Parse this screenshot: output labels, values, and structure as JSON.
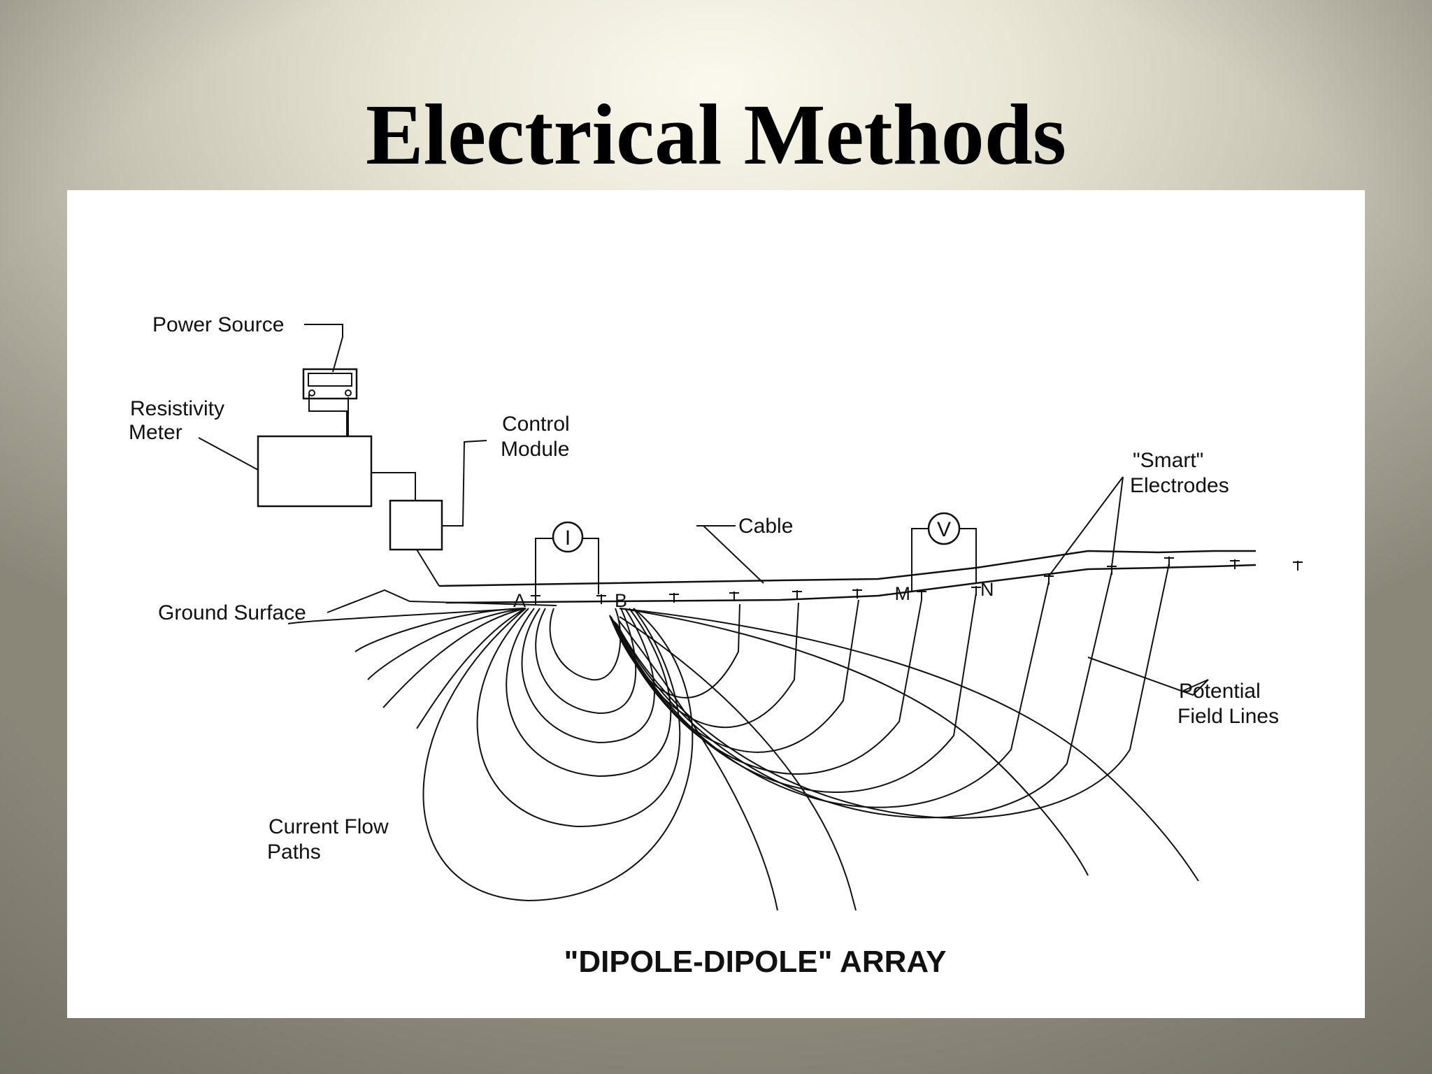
{
  "slide": {
    "title": "Electrical Methods"
  },
  "diagram": {
    "caption": "\"DIPOLE-DIPOLE\" ARRAY",
    "labels": {
      "power_source": "Power Source",
      "resistivity_meter_line1": "Resistivity",
      "resistivity_meter_line2": "Meter",
      "control_module_line1": "Control",
      "control_module_line2": "Module",
      "cable": "Cable",
      "smart_electrodes_line1": "\"Smart\"",
      "smart_electrodes_line2": "Electrodes",
      "ground_surface": "Ground Surface",
      "potential_field_lines_line1": "Potential",
      "potential_field_lines_line2": "Field Lines",
      "current_flow_paths_line1": "Current Flow",
      "current_flow_paths_line2": "Paths"
    },
    "electrodes": {
      "a": "A",
      "b": "B",
      "m": "M",
      "n": "N"
    },
    "meters": {
      "current": "I",
      "voltage": "V"
    }
  }
}
